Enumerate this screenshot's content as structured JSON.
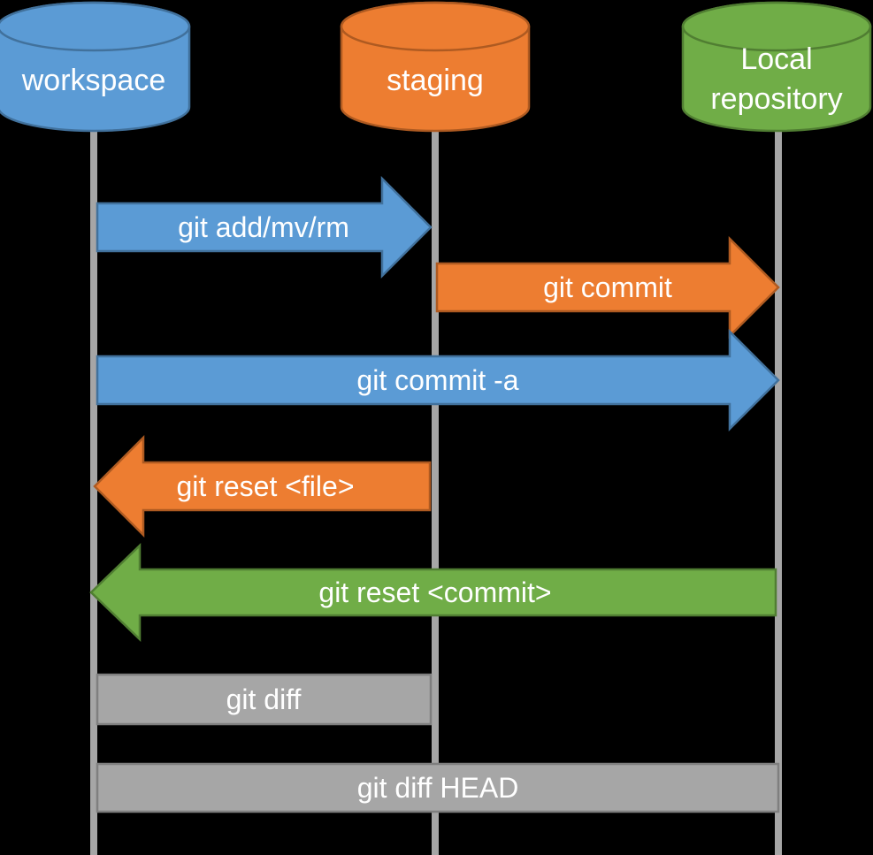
{
  "diagram": {
    "kind": "git-workflow-sequence-diagram",
    "lanes": [
      {
        "id": "workspace",
        "label": "workspace",
        "color": "blue"
      },
      {
        "id": "staging",
        "label": "staging",
        "color": "orange"
      },
      {
        "id": "local-repository",
        "label": "Local repository",
        "label_lines": [
          "Local",
          "repository"
        ],
        "color": "green"
      }
    ],
    "arrows": [
      {
        "label": "git add/mv/rm",
        "color": "blue",
        "from": "workspace",
        "to": "staging"
      },
      {
        "label": "git commit",
        "color": "orange",
        "from": "staging",
        "to": "local-repository"
      },
      {
        "label": "git commit -a",
        "color": "blue",
        "from": "workspace",
        "to": "local-repository"
      },
      {
        "label": "git reset <file>",
        "color": "orange",
        "from": "staging",
        "to": "workspace"
      },
      {
        "label": "git reset <commit>",
        "color": "green",
        "from": "local-repository",
        "to": "workspace"
      }
    ],
    "spans": [
      {
        "label": "git diff",
        "color": "gray",
        "from": "workspace",
        "to": "staging"
      },
      {
        "label": "git diff HEAD",
        "color": "gray",
        "from": "workspace",
        "to": "local-repository"
      }
    ]
  },
  "colors": {
    "background": "#000000",
    "lifeline": "#a6a6a6",
    "text": "#ffffff",
    "blue_fill": "#5b9bd5",
    "blue_stroke": "#41719c",
    "orange_fill": "#ed7d31",
    "orange_stroke": "#ae5a21",
    "green_fill": "#70ad47",
    "green_stroke": "#507e32",
    "gray_fill": "#a6a6a6",
    "gray_stroke": "#7f7f7f"
  }
}
